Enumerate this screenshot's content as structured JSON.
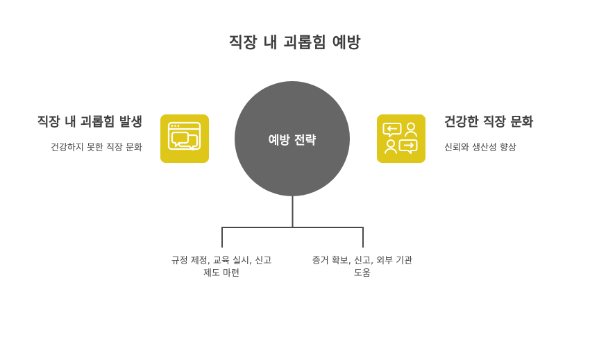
{
  "title": "직장 내 괴롭힘 예방",
  "center": {
    "label": "예방 전략"
  },
  "left": {
    "heading": "직장 내 괴롭힘 발생",
    "subtext": "건강하지 못한 직장 문화",
    "icon": "chat-window-icon"
  },
  "right": {
    "heading": "건강한 직장 문화",
    "subtext": "신뢰와 생산성 향상",
    "icon": "people-exchange-icon"
  },
  "branches": [
    {
      "line1": "규정 제정, 교육 실시, 신고",
      "line2": "제도 마련"
    },
    {
      "line1": "증거 확보, 신고, 외부 기관",
      "line2": "도움"
    }
  ],
  "colors": {
    "accent": "#dfc71a",
    "circle": "#666666",
    "line": "#4a4a4a"
  }
}
